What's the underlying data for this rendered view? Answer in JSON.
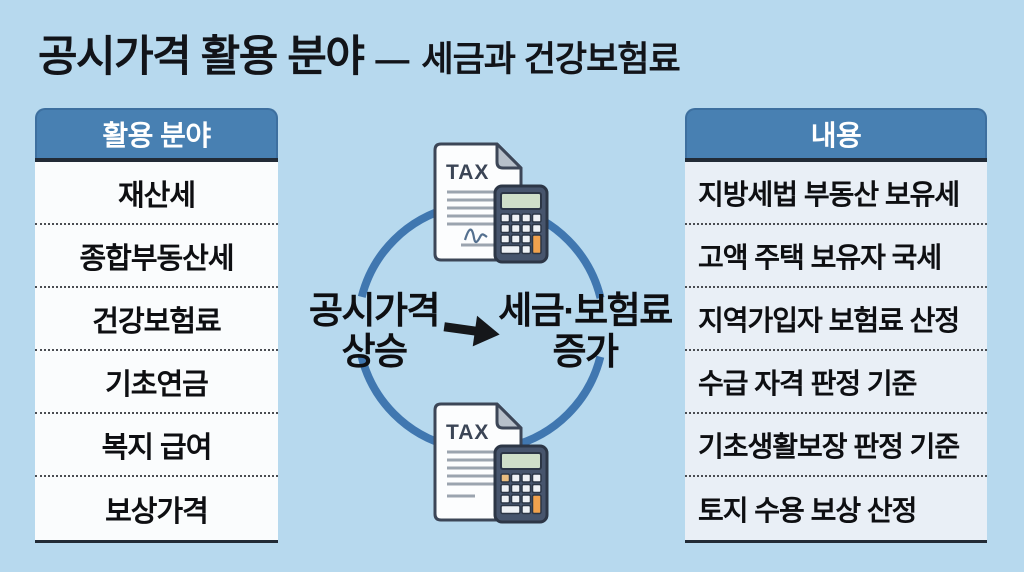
{
  "page": {
    "background_color": "#b7d9ee",
    "header_blue": "#4880b2",
    "ring_blue": "#4077b0",
    "left_body_color": "#fafcfd",
    "right_body_color": "#e9eff6"
  },
  "title": {
    "main": "공시가격 활용 분야",
    "dash": "—",
    "sub": "세금과 건강보험료"
  },
  "left_table": {
    "header": "활용 분야",
    "rows": [
      "재산세",
      "종합부동산세",
      "건강보험료",
      "기초연금",
      "복지 급여",
      "보상가격"
    ]
  },
  "right_table": {
    "header": "내용",
    "rows": [
      "지방세법 부동산 보유세",
      "고액 주택 보유자 국세",
      "지역가입자 보험료 산정",
      "수급 자격 판정 기준",
      "기초생활보장 판정 기준",
      "토지 수용 보상 산정"
    ]
  },
  "diagram": {
    "cause": {
      "line1": "공시가격",
      "line2": "상승"
    },
    "arrow_icon": "right-arrow",
    "effect": {
      "line1": "세금·보험료",
      "line2": "증가"
    },
    "tax_label": "TAX"
  }
}
